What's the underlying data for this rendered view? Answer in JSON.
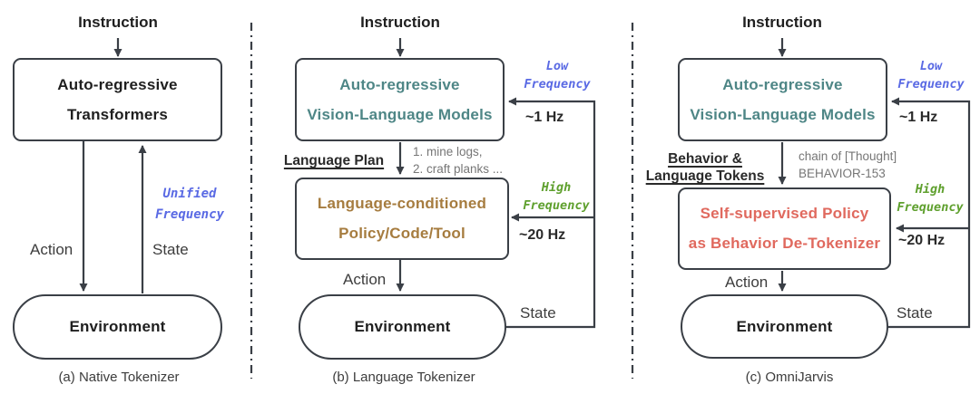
{
  "figure": {
    "description": "Three-panel diagram comparing agent tokenizer architectures",
    "colors": {
      "line": "#3a3f46",
      "teal_text": "#4e8686",
      "brown_text": "#a67c3f",
      "salmon_text": "#e0695e",
      "blue_note": "#5a6ae4",
      "green_note": "#5fa02e",
      "gray_note": "#767676",
      "caption_text": "#3d3d3d"
    }
  },
  "panels": [
    {
      "instruction": "Instruction",
      "top_box": [
        "Auto-regressive",
        "Transformers"
      ],
      "frequency_note": [
        "Unified",
        "Frequency"
      ],
      "action_label": "Action",
      "state_label": "State",
      "environment": "Environment",
      "caption": "(a) Native Tokenizer"
    },
    {
      "instruction": "Instruction",
      "top_box": [
        "Auto-regressive",
        "Vision-Language Models"
      ],
      "low_freq": [
        "Low",
        "Frequency"
      ],
      "low_rate": "~1 Hz",
      "edge_label": "Language Plan",
      "edge_note": [
        "1. mine logs,",
        "2. craft planks ..."
      ],
      "mid_box": [
        "Language-conditioned",
        "Policy/Code/Tool"
      ],
      "high_freq": [
        "High",
        "Frequency"
      ],
      "high_rate": "~20 Hz",
      "action_label": "Action",
      "state_label": "State",
      "environment": "Environment",
      "caption": "(b) Language Tokenizer"
    },
    {
      "instruction": "Instruction",
      "top_box": [
        "Auto-regressive",
        "Vision-Language Models"
      ],
      "low_freq": [
        "Low",
        "Frequency"
      ],
      "low_rate": "~1 Hz",
      "edge_label": [
        "Behavior &",
        "Language Tokens"
      ],
      "edge_note": [
        "chain of [Thought]",
        "BEHAVIOR-153"
      ],
      "mid_box": [
        "Self-supervised Policy",
        "as Behavior De-Tokenizer"
      ],
      "high_freq": [
        "High",
        "Frequency"
      ],
      "high_rate": "~20 Hz",
      "action_label": "Action",
      "state_label": "State",
      "environment": "Environment",
      "caption": "(c) OmniJarvis"
    }
  ]
}
